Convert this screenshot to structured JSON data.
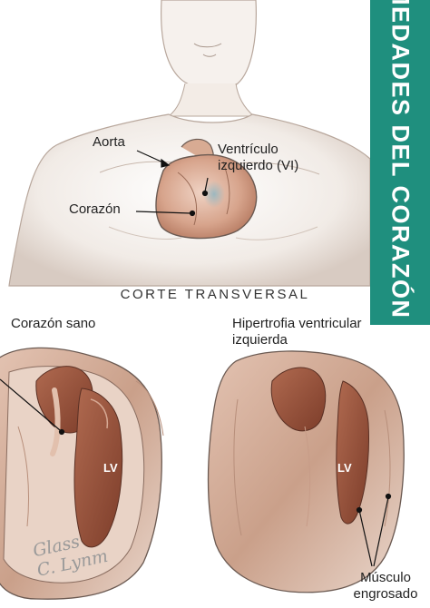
{
  "side_title": "MEDADES DEL CORAZÓN",
  "top_figure": {
    "labels": {
      "aorta": "Aorta",
      "left_ventricle": "Ventrículo izquierdo (VI)",
      "heart": "Corazón"
    },
    "caption": "CORTE TRANSVERSAL"
  },
  "left_panel": {
    "title": "Corazón sano",
    "chamber_label": "LV",
    "signature": [
      "Glass",
      "C. Lynm"
    ]
  },
  "right_panel": {
    "title": "Hipertrofia ventricular izquierda",
    "chamber_label": "LV",
    "muscle_label": "Músculo engrosado"
  },
  "colors": {
    "side_band": "#1f8f7e",
    "heart_tissue": "#b77a5f",
    "chamber": "#8a4a35",
    "skin_shade": "#c9bcb4",
    "outline": "#6b5a52"
  }
}
